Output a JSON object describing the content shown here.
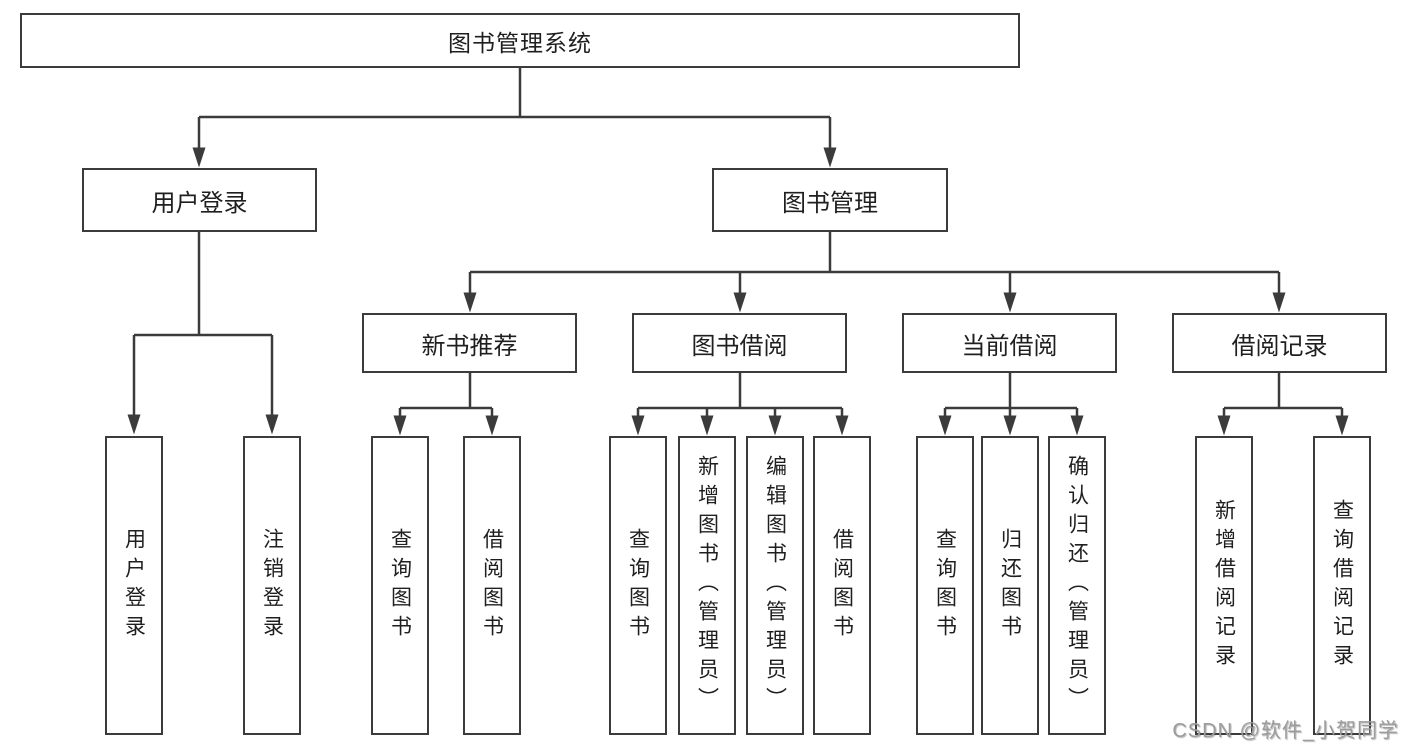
{
  "colors": {
    "line": "#3b3b3b",
    "box_border": "#3b3b3b",
    "text": "#1f1f1f",
    "background": "#ffffff",
    "watermark": "#9c9c9c"
  },
  "watermark": {
    "text": "CSDN @软件_小贺同学"
  },
  "tree": {
    "label": "图书管理系统",
    "children": [
      {
        "label": "用户登录",
        "children": [
          {
            "label": "用户登录"
          },
          {
            "label": "注销登录"
          }
        ]
      },
      {
        "label": "图书管理",
        "children": [
          {
            "label": "新书推荐",
            "children": [
              {
                "label": "查询图书"
              },
              {
                "label": "借阅图书"
              }
            ]
          },
          {
            "label": "图书借阅",
            "children": [
              {
                "label": "查询图书"
              },
              {
                "label": "新增图书（管理员）"
              },
              {
                "label": "编辑图书（管理员）"
              },
              {
                "label": "借阅图书"
              }
            ]
          },
          {
            "label": "当前借阅",
            "children": [
              {
                "label": "查询图书"
              },
              {
                "label": "归还图书"
              },
              {
                "label": "确认归还（管理员）"
              }
            ]
          },
          {
            "label": "借阅记录",
            "children": [
              {
                "label": "新增借阅记录"
              },
              {
                "label": "查询借阅记录"
              }
            ]
          }
        ]
      }
    ]
  }
}
